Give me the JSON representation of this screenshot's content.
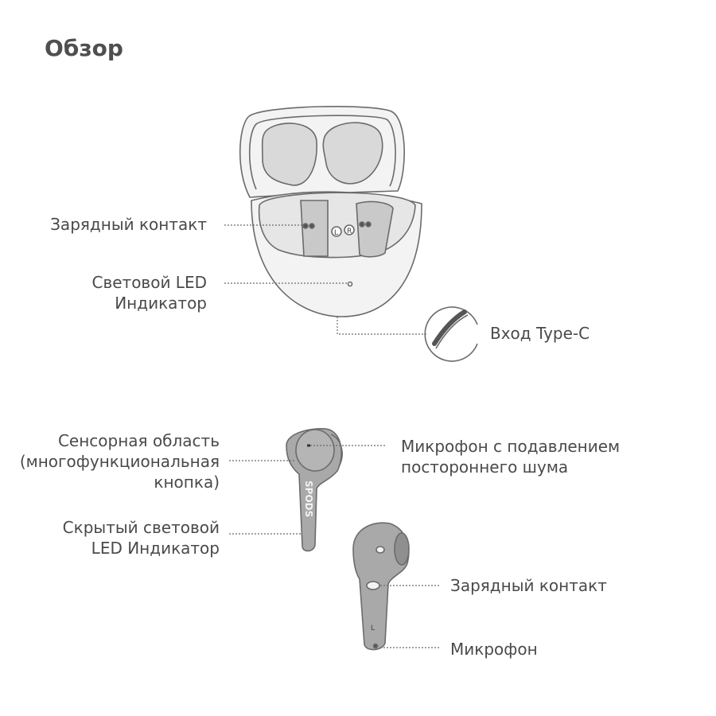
{
  "page": {
    "title": "Обзор"
  },
  "case_callouts": {
    "charging_contact": "Зарядный контакт",
    "led_indicator": [
      "Световой LED",
      "Индикатор"
    ],
    "type_c_input": "Вход Type-C",
    "slot_left": "L",
    "slot_right": "R"
  },
  "earbud_callouts": {
    "touch_area": [
      "Сенсорная область",
      "(многофункциональная",
      "кнопка)"
    ],
    "hidden_led": [
      "Скрытый световой",
      "LED Индикатор"
    ],
    "noise_mic": [
      "Микрофон с подавлением",
      "постороннего шума"
    ],
    "charging_contact": "Зарядный контакт",
    "microphone": "Микрофон",
    "brand": "SPODS",
    "side_mark": "L"
  },
  "colors": {
    "line": "#6b6b6b",
    "case_fill": "#f3f3f3",
    "recess_fill": "#d9d9d9",
    "earbud_fill": "#a9a9a9",
    "text": "#4a4a4a"
  }
}
